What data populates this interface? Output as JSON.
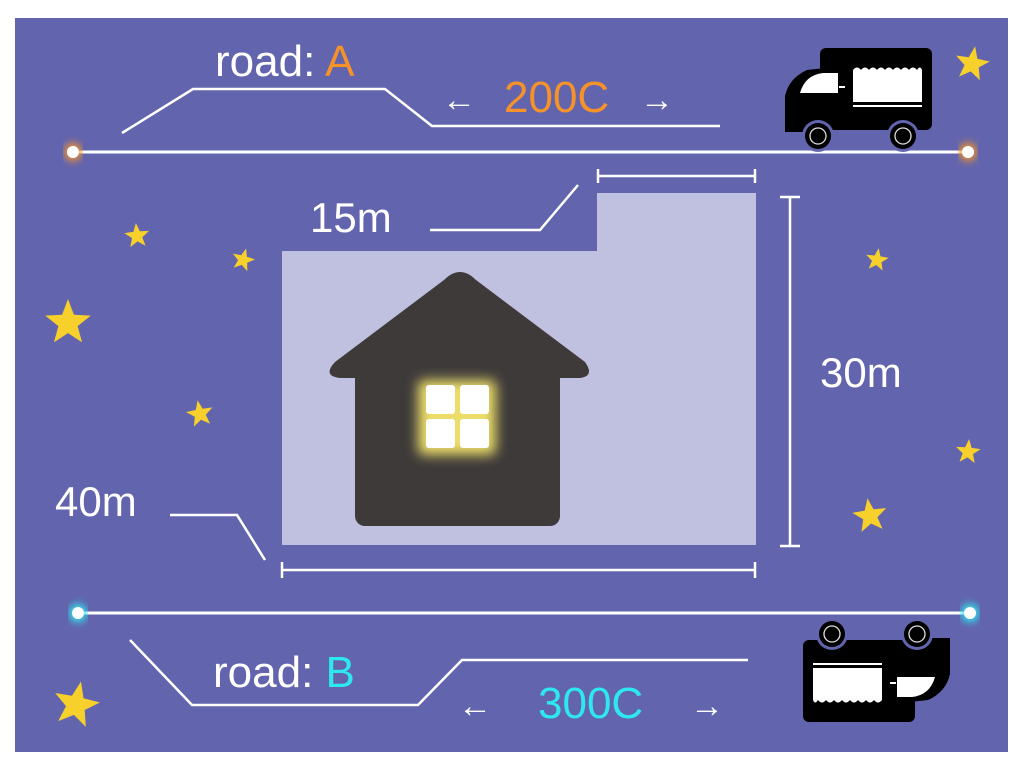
{
  "road_a": {
    "label": "road:",
    "name": "A",
    "price": "200C",
    "arrow_left": "←",
    "arrow_right": "→"
  },
  "road_b": {
    "label": "road:",
    "name": "B",
    "price": "300C",
    "arrow_left": "←",
    "arrow_right": "→"
  },
  "dimensions": {
    "notch_width": "15m",
    "height": "30m",
    "width": "40m"
  },
  "colors": {
    "background": "#6264ad",
    "plot": "#c0c0e0",
    "road_a": "#f5922a",
    "road_b": "#2ee8f0",
    "star": "#f7d02c",
    "house": "#3e3a3a"
  }
}
